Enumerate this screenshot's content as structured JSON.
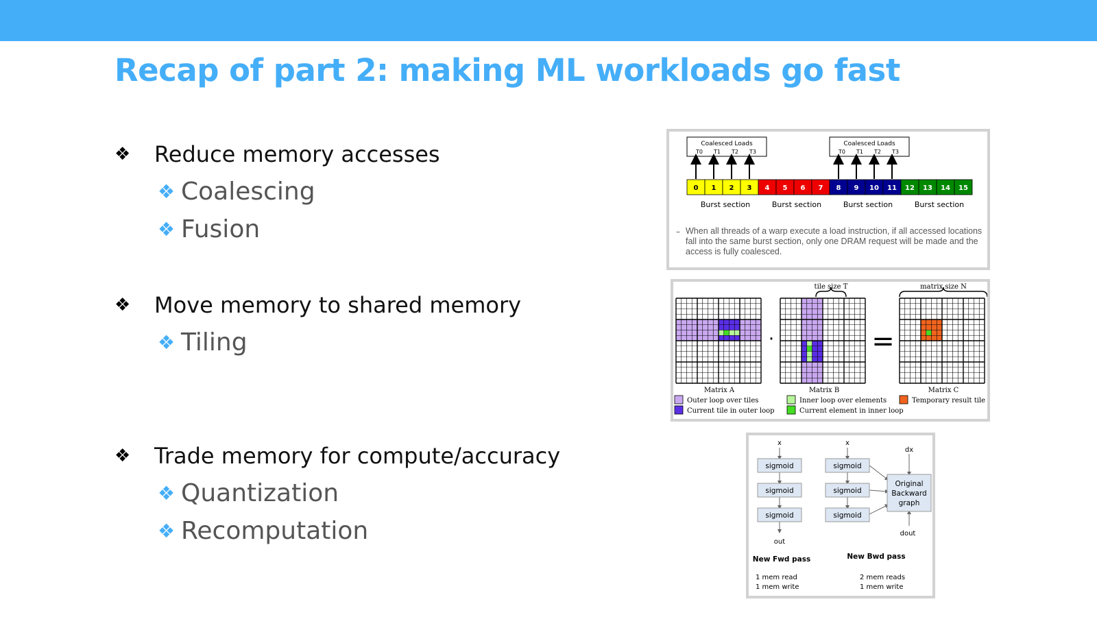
{
  "slide": {
    "title": "Recap of part 2: making ML workloads go fast",
    "accent_color": "#45aef8",
    "bullet_icon": "four-diamond-icon",
    "sections": [
      {
        "label": "Reduce memory accesses",
        "subitems": [
          "Coalescing",
          "Fusion"
        ]
      },
      {
        "label": "Move memory to shared memory",
        "subitems": [
          "Tiling"
        ]
      },
      {
        "label": "Trade memory for compute/accuracy",
        "subitems": [
          "Quantization",
          "Recomputation"
        ]
      }
    ]
  },
  "figures": {
    "coalescing": {
      "box_title": "Coalesced Loads",
      "threads": [
        "T0",
        "T1",
        "T2",
        "T3"
      ],
      "cells": [
        "0",
        "1",
        "2",
        "3",
        "4",
        "5",
        "6",
        "7",
        "8",
        "9",
        "10",
        "11",
        "12",
        "13",
        "14",
        "15"
      ],
      "section_colors": [
        "#ffff00",
        "#ee0000",
        "#000090",
        "#008800"
      ],
      "section_label": "Burst section",
      "caption_dash": "–",
      "caption": "When all threads of a warp execute a load instruction, if all accessed locations fall into the same burst section, only one DRAM request will be made and the access is fully coalesced."
    },
    "tiling": {
      "tile_size_label": "tile size T",
      "matrix_size_label": "matrix size N",
      "dot": "·",
      "equals": "=",
      "matrix_labels": [
        "Matrix A",
        "Matrix B",
        "Matrix C"
      ],
      "legend": [
        {
          "label": "Outer loop over tiles",
          "color": "#c9a8f0"
        },
        {
          "label": "Inner loop over elements",
          "color": "#b7f59a"
        },
        {
          "label": "Temporary result tile",
          "color": "#f0641e"
        },
        {
          "label": "Current tile in outer loop",
          "color": "#5a2ee6"
        },
        {
          "label": "Current element in inner loop",
          "color": "#44dd22"
        }
      ]
    },
    "recompute": {
      "fwd_input": "x",
      "bwd_input": "x",
      "node_label": "sigmoid",
      "fwd_output": "out",
      "dx_label": "dx",
      "dout_label": "dout",
      "graph_label": [
        "Original",
        "Backward",
        "graph"
      ],
      "fwd_title": "New Fwd pass",
      "bwd_title": "New Bwd pass",
      "fwd_stats": [
        "1 mem read",
        "1 mem write"
      ],
      "bwd_stats": [
        "2 mem reads",
        "1 mem write"
      ]
    }
  }
}
